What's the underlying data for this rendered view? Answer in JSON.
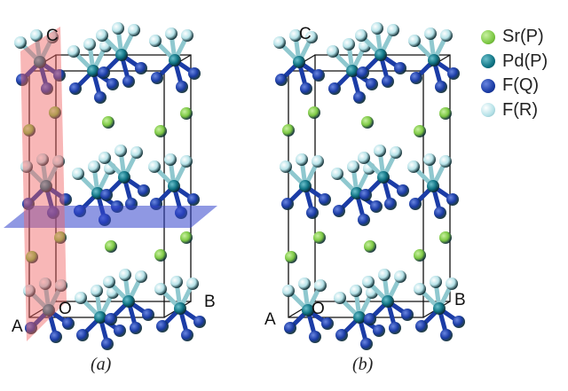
{
  "panels": [
    {
      "caption": "(a)",
      "axes": {
        "c": "C",
        "a": "A",
        "o": "O",
        "b": "B"
      }
    },
    {
      "caption": "(b)",
      "axes": {
        "c": "C",
        "a": "A",
        "o": "O",
        "b": "B"
      }
    }
  ],
  "legend": [
    {
      "label": "Sr(P)",
      "color": "#7cc843"
    },
    {
      "label": "Pd(P)",
      "color": "#0f7484"
    },
    {
      "label": "F(Q)",
      "color": "#1b3ca6"
    },
    {
      "label": "F(R)",
      "color": "#b5e2e8"
    }
  ]
}
